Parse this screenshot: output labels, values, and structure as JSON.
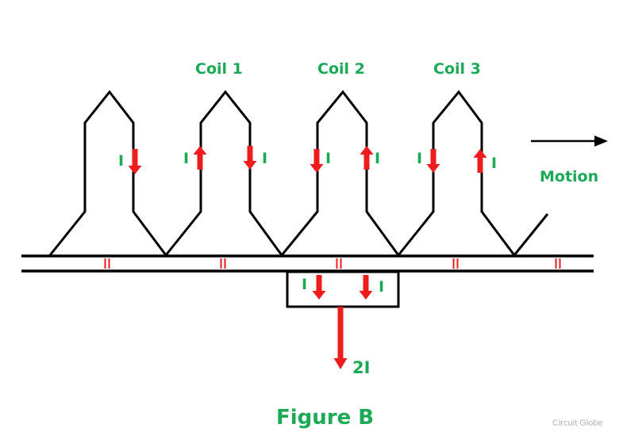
{
  "colors": {
    "line": "#000000",
    "arrow": "#ee1c1c",
    "text_green": "#1aaa55",
    "watermark": "#b3b3b3"
  },
  "coils": [
    {
      "label": "Coil 1"
    },
    {
      "label": "Coil 2"
    },
    {
      "label": "Coil 3"
    }
  ],
  "current_symbol": "I",
  "motion": {
    "label": "Motion"
  },
  "brush_output": {
    "label": "2I"
  },
  "caption": "Figure B",
  "watermark": "Circuit Globe"
}
